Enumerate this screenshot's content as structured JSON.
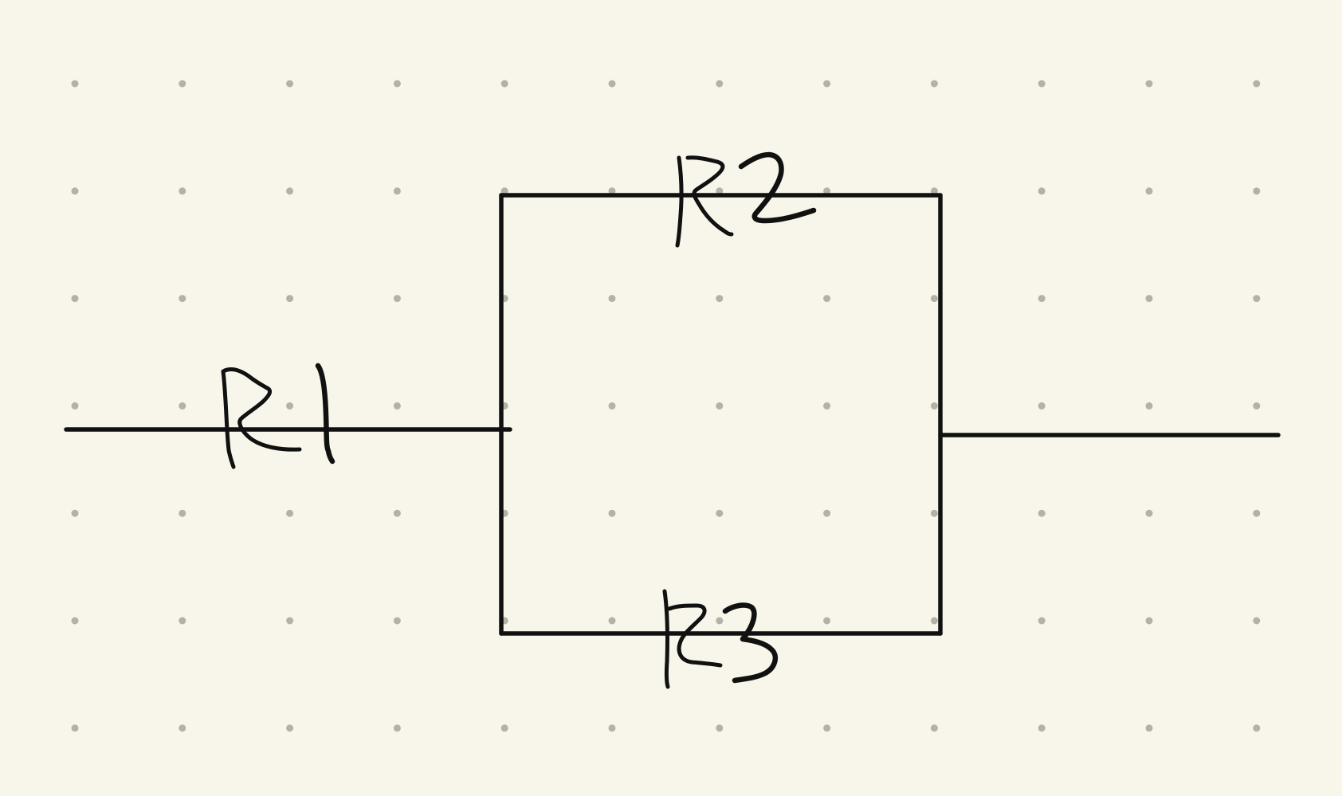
{
  "canvas": {
    "background": "#f8f6ea",
    "grid_dot_color": "#b4b2a8",
    "ink_color": "#111111"
  },
  "diagram": {
    "type": "circuit-schematic",
    "components": [
      {
        "id": "R1",
        "label": "R1",
        "kind": "resistor",
        "position": "series-left"
      },
      {
        "id": "R2",
        "label": "R2",
        "kind": "resistor",
        "position": "parallel-top"
      },
      {
        "id": "R3",
        "label": "R3",
        "kind": "resistor",
        "position": "parallel-bottom"
      }
    ],
    "note": ""
  }
}
